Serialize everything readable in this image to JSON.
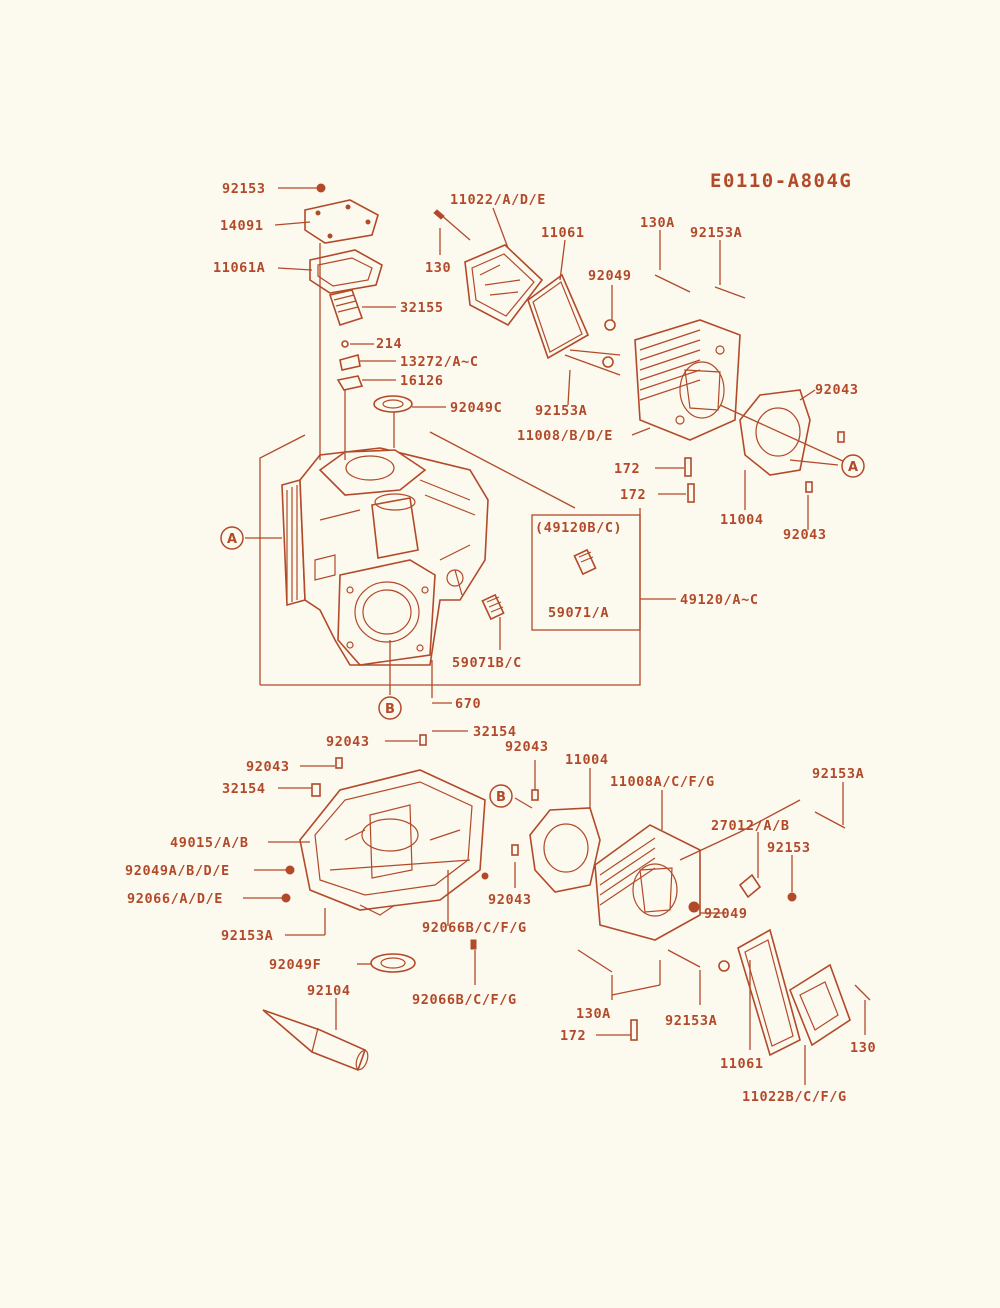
{
  "diagram": {
    "code": "E0110-A804G",
    "colors": {
      "line": "#b24a2a",
      "background": "#fcf9ef"
    },
    "callouts": {
      "a_left": "A",
      "a_right": "A",
      "b_center": "B",
      "b_lower": "B"
    },
    "labels": {
      "p92153_top": "92153",
      "p14091": "14091",
      "p11061A": "11061A",
      "p32155": "32155",
      "p214": "214",
      "p13272": "13272/A~C",
      "p16126": "16126",
      "p92049C": "92049C",
      "p11022_top": "11022/A/D/E",
      "p11061_top": "11061",
      "p130_top": "130",
      "p130A_top": "130A",
      "p92153A_top": "92153A",
      "p92049_top": "92049",
      "p92153A_mid": "92153A",
      "p11008_top": "11008/B/D/E",
      "p92043_r1": "92043",
      "p172_a": "172",
      "p172_b": "172",
      "p11004_top": "11004",
      "p92043_r2": "92043",
      "p49120BC": "(49120B/C)",
      "p59071A": "59071/A",
      "p49120": "49120/A~C",
      "p59071BC": "59071B/C",
      "p670": "670",
      "p32154_top": "32154",
      "p92043_c1": "92043",
      "p92043_c2": "92043",
      "p11004_low": "11004",
      "p11008_low": "11008A/C/F/G",
      "p92153A_r": "92153A",
      "p92043_l": "92043",
      "p32154_l": "32154",
      "p49015": "49015/A/B",
      "p92049ABDE": "92049A/B/D/E",
      "p92066ADE": "92066/A/D/E",
      "p92153A_l": "92153A",
      "p27012": "27012/A/B",
      "p92153_r": "92153",
      "p92043_low": "92043",
      "p92049_low": "92049",
      "p92066BCFG_a": "92066B/C/F/G",
      "p92049F": "92049F",
      "p92066BCFG_b": "92066B/C/F/G",
      "p92104": "92104",
      "p130A_low": "130A",
      "p92153A_low": "92153A",
      "p172_low": "172",
      "p11061_low": "11061",
      "p130_low": "130",
      "p11022_low": "11022B/C/F/G"
    }
  }
}
